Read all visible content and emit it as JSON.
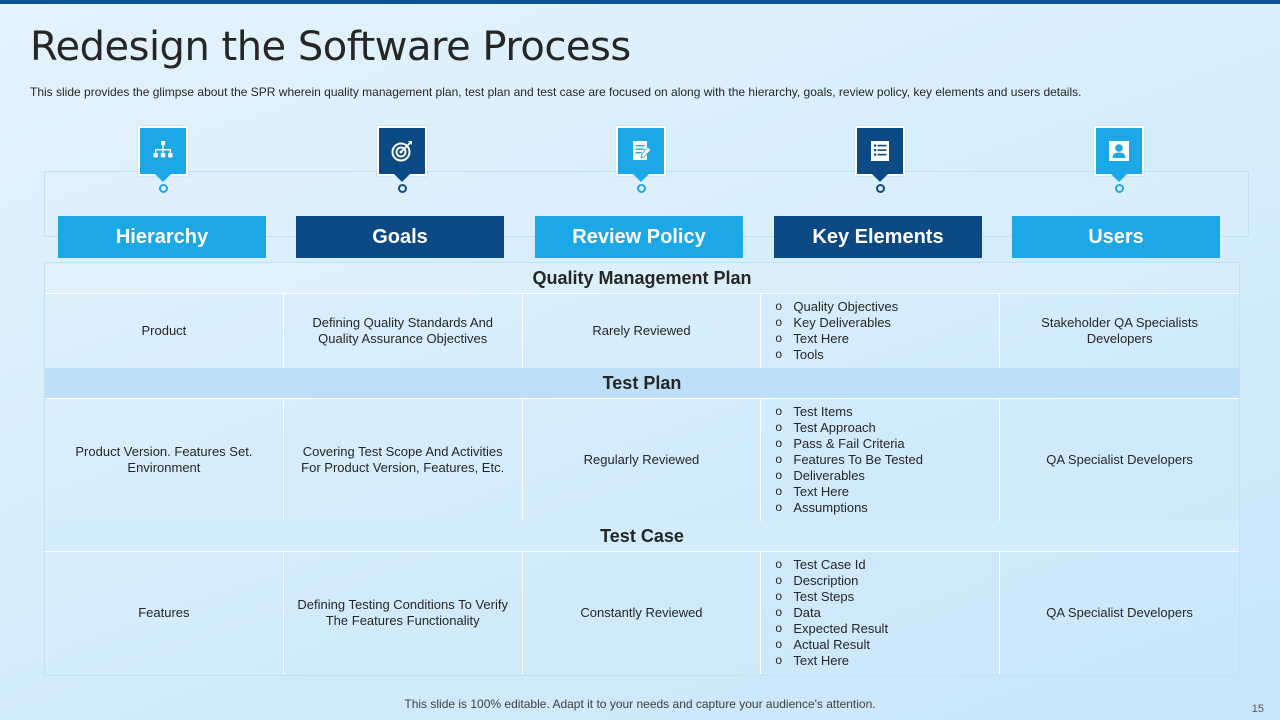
{
  "slide": {
    "title": "Redesign the Software Process",
    "subtitle": "This slide provides the glimpse about the SPR wherein quality management plan, test plan and test case are focused on along with the hierarchy, goals, review policy,  key elements and users details.",
    "footer": "This slide is 100% editable. Adapt it to your needs and capture your audience's attention.",
    "page_number": "15"
  },
  "colors": {
    "accent_light": "#1ca7e6",
    "accent_dark": "#0c4a86",
    "row_band": "#bde0f8"
  },
  "columns": [
    {
      "label": "Hierarchy",
      "icon": "hierarchy-icon",
      "tone": "light"
    },
    {
      "label": "Goals",
      "icon": "target-icon",
      "tone": "dark"
    },
    {
      "label": "Review Policy",
      "icon": "document-edit-icon",
      "tone": "light"
    },
    {
      "label": "Key Elements",
      "icon": "list-icon",
      "tone": "dark"
    },
    {
      "label": "Users",
      "icon": "user-icon",
      "tone": "light"
    }
  ],
  "sections": [
    {
      "title": "Quality Management Plan",
      "hierarchy": "Product",
      "goals": "Defining Quality Standards And Quality Assurance Objectives",
      "review_policy": "Rarely Reviewed",
      "key_elements": [
        "Quality Objectives",
        "Key Deliverables",
        "Text Here",
        "Tools"
      ],
      "users": "Stakeholder QA Specialists Developers"
    },
    {
      "title": "Test Plan",
      "hierarchy": "Product Version. Features Set. Environment",
      "goals": "Covering  Test Scope And Activities For Product Version, Features, Etc.",
      "review_policy": "Regularly Reviewed",
      "key_elements": [
        "Test Items",
        "Test Approach",
        "Pass & Fail Criteria",
        "Features To Be Tested",
        "Deliverables",
        "Text Here",
        "Assumptions"
      ],
      "users": "QA Specialist Developers"
    },
    {
      "title": "Test Case",
      "hierarchy": "Features",
      "goals": "Defining Testing Conditions To Verify The Features Functionality",
      "review_policy": "Constantly Reviewed",
      "key_elements": [
        "Test Case Id",
        "Description",
        "Test Steps",
        "Data",
        "Expected Result",
        "Actual Result",
        "Text Here"
      ],
      "users": "QA Specialist Developers"
    }
  ]
}
